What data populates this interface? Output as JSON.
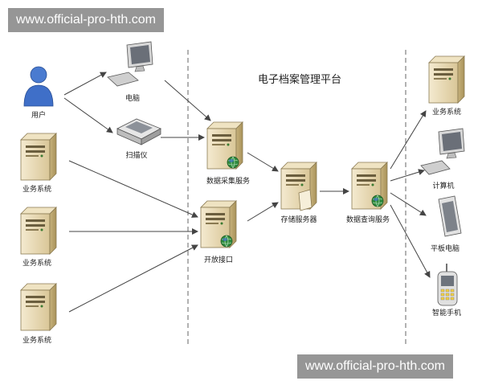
{
  "watermarks": {
    "top": "www.official-pro-hth.com",
    "bottom": "www.official-pro-hth.com"
  },
  "platform_title": "电子档案管理平台",
  "labels": {
    "user": "用户",
    "business_system_1": "业务系统",
    "business_system_2": "业务系统",
    "business_system_3": "业务系统",
    "computer": "电脑",
    "scanner": "扫描仪",
    "data_collection_service": "数据采集服务",
    "open_interface": "开放接口",
    "storage_server": "存储服务器",
    "data_query_service": "数据查询服务",
    "right_business_system": "业务系统",
    "right_computer": "计算机",
    "tablet": "平板电脑",
    "smartphone": "智能手机"
  },
  "colors": {
    "server_body": "#e9dcb8",
    "server_dark": "#8a7a52",
    "globe": "#2f8a3c",
    "user": "#3f6fc8",
    "line": "#444444"
  },
  "icons": {
    "user": "user-icon",
    "server": "server-icon",
    "monitor": "monitor-icon",
    "scanner": "scanner-icon",
    "tablet": "tablet-icon",
    "phone": "phone-icon",
    "globe": "globe-icon"
  }
}
